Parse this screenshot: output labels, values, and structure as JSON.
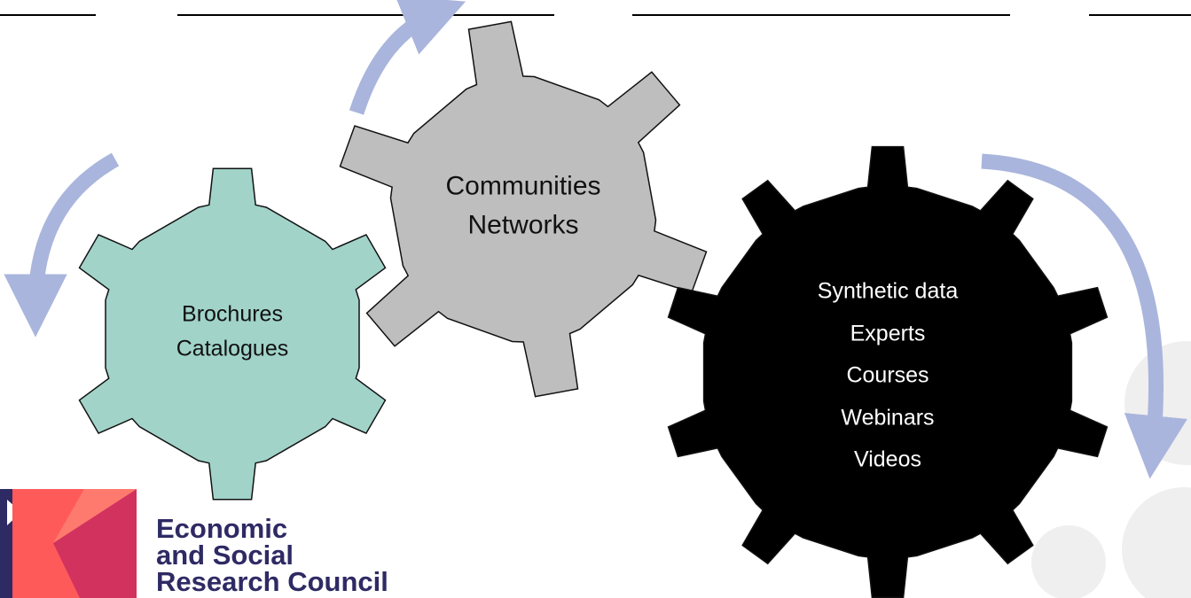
{
  "gears": [
    {
      "id": "teal",
      "fill": "#a1d3c9",
      "lines": [
        "Brochures",
        "Catalogues"
      ]
    },
    {
      "id": "grey",
      "fill": "#bebebe",
      "lines": [
        "Communities",
        "Networks"
      ]
    },
    {
      "id": "black",
      "fill": "#000000",
      "lines": [
        "Synthetic data",
        "Experts",
        "Courses",
        "Webinars",
        "Videos"
      ]
    }
  ],
  "arrow_color": "#a9b5dc",
  "logo": {
    "lines": [
      "Economic",
      "and Social",
      "Research Council"
    ],
    "text_color": "#2e2a64",
    "mark_colors": [
      "#2e2a64",
      "#ff5a5a",
      "#d1325e"
    ]
  }
}
